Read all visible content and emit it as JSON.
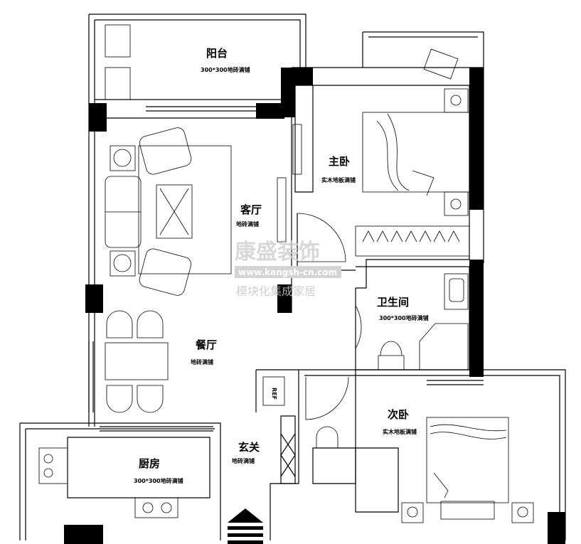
{
  "rooms": {
    "balcony": {
      "name": "阳台",
      "floor": "300*300地砖满铺"
    },
    "master_bedroom": {
      "name": "主卧",
      "floor": "实木地板满铺"
    },
    "living_room": {
      "name": "客厅",
      "floor": "地砖满铺"
    },
    "bathroom": {
      "name": "卫生间",
      "floor": "300*300地砖满铺"
    },
    "dining_room": {
      "name": "餐厅",
      "floor": "地砖满铺"
    },
    "second_bedroom": {
      "name": "次卧",
      "floor": "实木地板满铺"
    },
    "entrance": {
      "name": "玄关",
      "floor": "地砖满铺"
    },
    "kitchen": {
      "name": "厨房",
      "floor": "300*300地砖满铺"
    }
  },
  "fridge_label": "REF",
  "watermark": {
    "brand": "康盛装饰",
    "url": "www.kangsh-cn.com",
    "slogan": "模块化集成家居"
  }
}
